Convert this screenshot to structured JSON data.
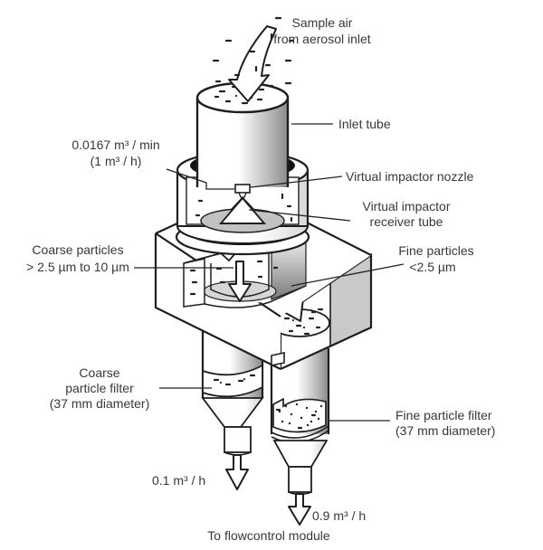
{
  "figure": {
    "type": "technical-diagram",
    "title_present": false
  },
  "colors": {
    "outline": "#1e1e1e",
    "label_text": "#383838",
    "block_side_gray": "#c9c9c9",
    "receiver_plate_gray": "#c2c2c2",
    "gasket_black": "#111111",
    "background": "#ffffff"
  },
  "labels": {
    "sample_air": {
      "line1": "Sample air",
      "line2": "from aerosol inlet"
    },
    "inlet_tube": "Inlet tube",
    "flow_in": {
      "line1": "0.0167 m³ / min",
      "line2": "(1 m³ / h)"
    },
    "nozzle": "Virtual impactor nozzle",
    "receiver": {
      "line1": "Virtual impactor",
      "line2": "receiver tube"
    },
    "coarse_particles": {
      "line1": "Coarse particles",
      "line2": "> 2.5 µm to 10 µm"
    },
    "fine_particles": {
      "line1": "Fine particles",
      "line2": "<2.5 µm"
    },
    "coarse_filter": {
      "line1": "Coarse",
      "line2": "particle filter",
      "line3": "(37 mm diameter)"
    },
    "fine_filter": {
      "line1": "Fine particle filter",
      "line2": "(37 mm diameter)"
    },
    "flow_coarse_out": "0.1 m³ / h",
    "flow_fine_out": "0.9 m³ / h",
    "footer": "To flowcontrol module"
  }
}
